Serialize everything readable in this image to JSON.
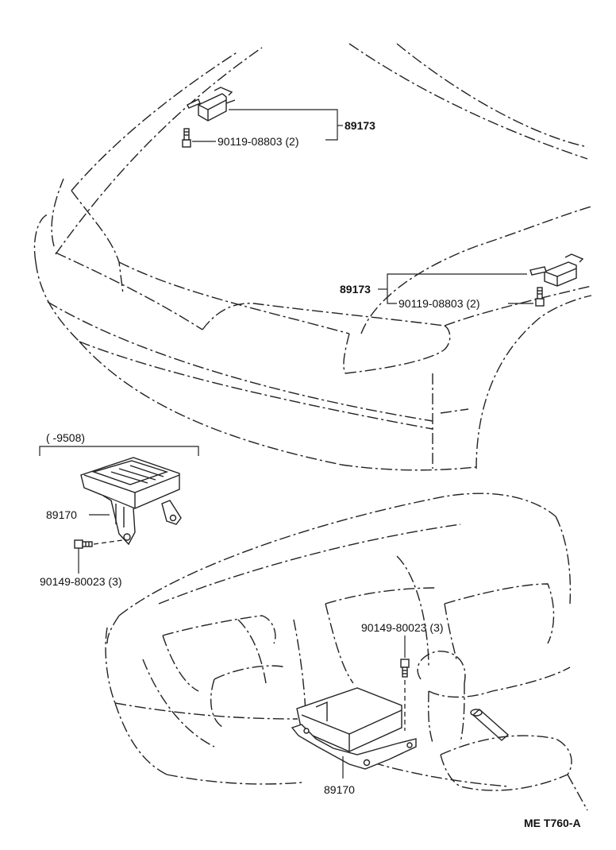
{
  "labels": {
    "sensor_upper": "89173",
    "bolt_upper": "90119-08803 (2)",
    "sensor_right": "89173",
    "bolt_right": "90119-08803 (2)",
    "range_note": "(      -9508)",
    "ecu_left": "89170",
    "bolt_left": "90149-80023 (3)",
    "bolt_dash": "90149-80023 (3)",
    "ecu_bottom": "89170",
    "figure_code": "ME  T760-A"
  },
  "colors": {
    "line": "#222222",
    "text": "#111111",
    "background": "#ffffff"
  }
}
